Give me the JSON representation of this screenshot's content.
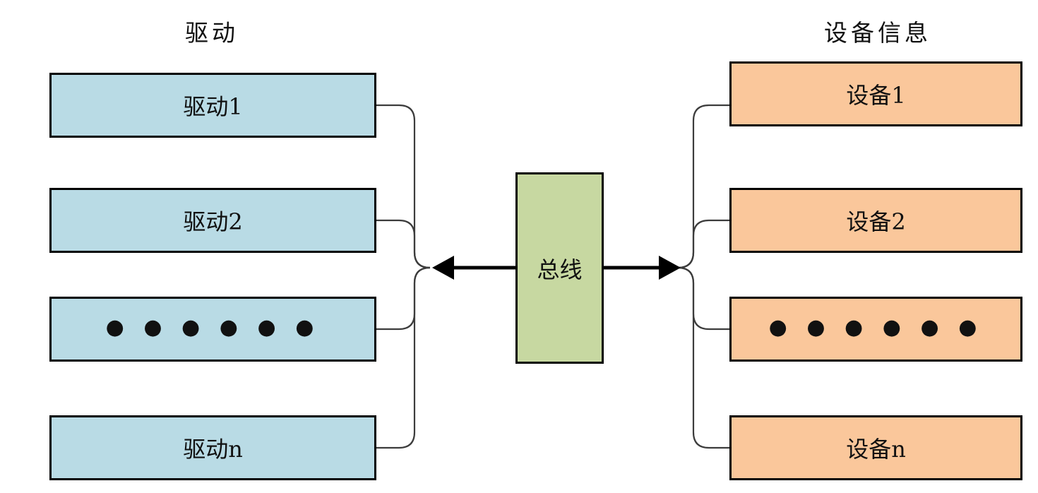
{
  "diagram": {
    "title_driver": "驱动",
    "title_device": "设备信息",
    "bus_label": "总线",
    "ellipsis": "● ● ● ● ● ●",
    "colors": {
      "driver_fill": "#b9dbe5",
      "device_fill": "#fac79b",
      "bus_fill": "#c7d8a1",
      "stroke": "#000000",
      "background": "#ffffff",
      "connector": "#3c3c3c"
    },
    "driver_nodes": [
      {
        "label": "驱动1",
        "is_ellipsis": false
      },
      {
        "label": "驱动2",
        "is_ellipsis": false
      },
      {
        "label": "● ● ● ● ● ●",
        "is_ellipsis": true
      },
      {
        "label": "驱动n",
        "is_ellipsis": false
      }
    ],
    "device_nodes": [
      {
        "label": "设备1",
        "is_ellipsis": false
      },
      {
        "label": "设备2",
        "is_ellipsis": false
      },
      {
        "label": "● ● ● ● ● ●",
        "is_ellipsis": true
      },
      {
        "label": "设备n",
        "is_ellipsis": false
      }
    ],
    "connections": [
      {
        "from": "driver-group",
        "to": "bus",
        "arrow": "left",
        "style": "solid"
      },
      {
        "from": "bus",
        "to": "device-group",
        "arrow": "right",
        "style": "solid"
      }
    ]
  }
}
